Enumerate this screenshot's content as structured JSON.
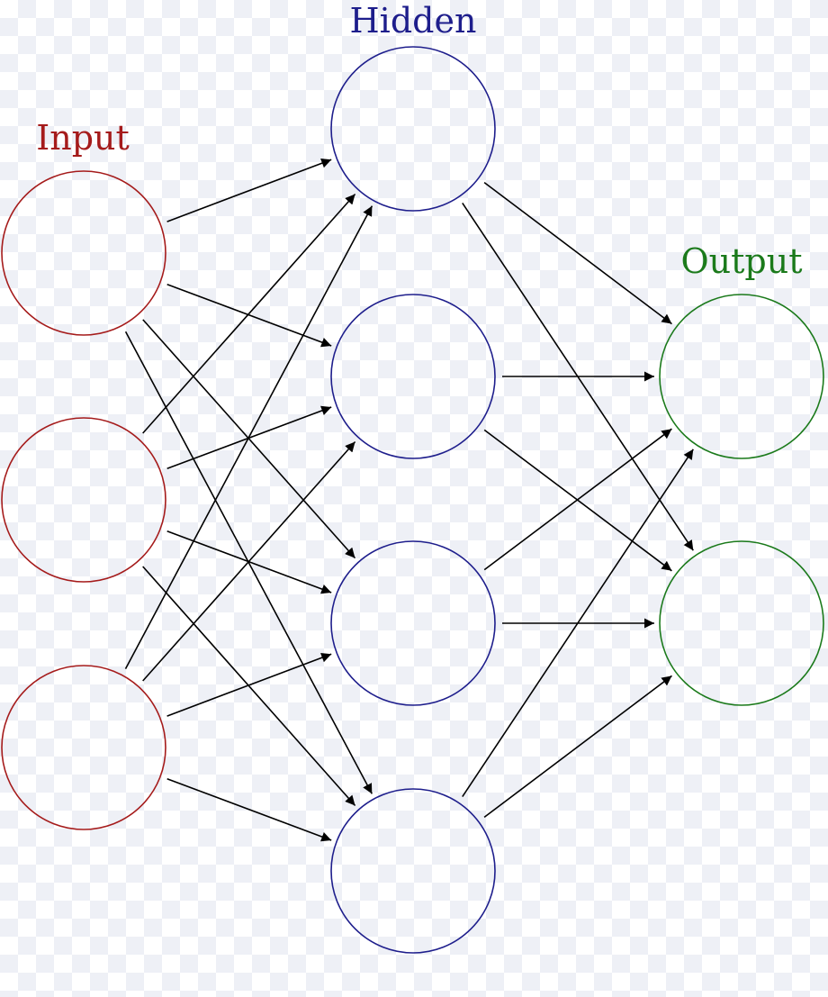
{
  "layers": [
    {
      "id": "input",
      "label": "Input",
      "color": "#a51b1b",
      "node_count": 3
    },
    {
      "id": "hidden",
      "label": "Hidden",
      "color": "#1e1e8c",
      "node_count": 4
    },
    {
      "id": "output",
      "label": "Output",
      "color": "#1b7a1b",
      "node_count": 2
    }
  ],
  "edge_color": "#000000",
  "connectivity": "fully-connected"
}
